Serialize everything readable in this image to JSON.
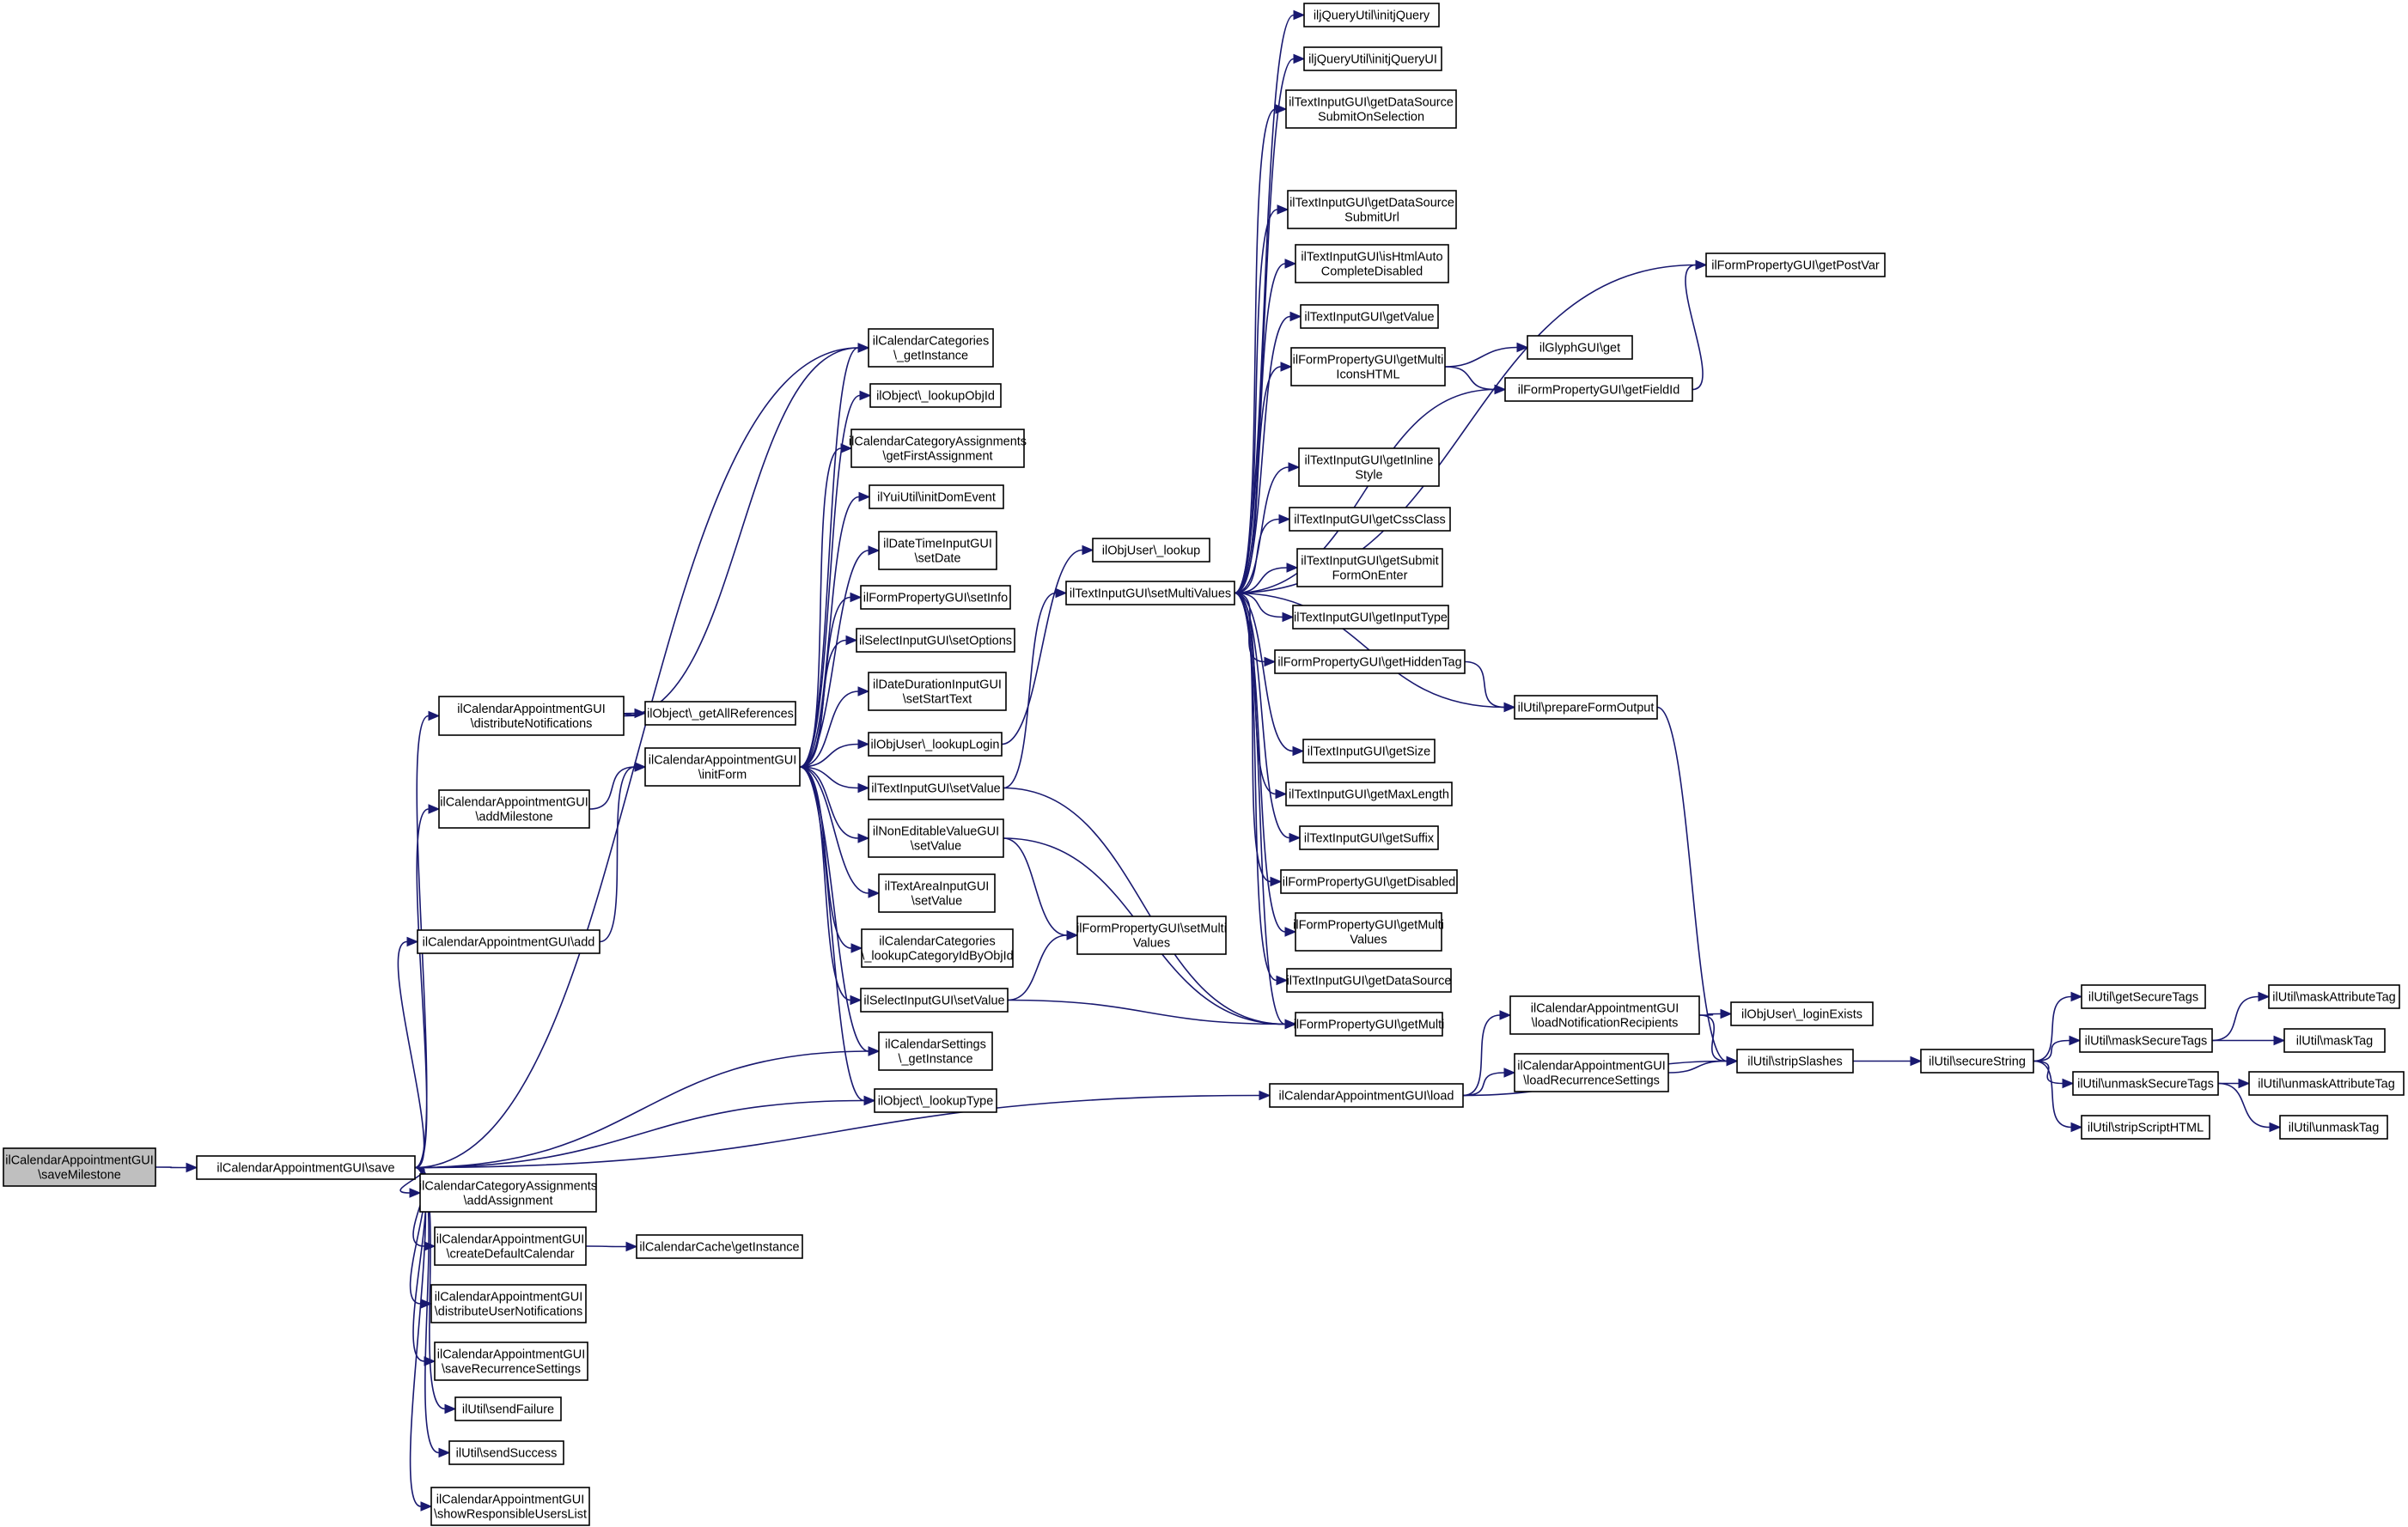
{
  "graph": {
    "root": "n0",
    "edge_color": "#191970",
    "root_fill": "#bfbfbf",
    "nodes": [
      {
        "id": "n0",
        "lines": [
          "ilCalendarAppointmentGUI",
          "\\saveMilestone"
        ]
      },
      {
        "id": "n1",
        "lines": [
          "ilCalendarAppointmentGUI\\save"
        ]
      },
      {
        "id": "n2",
        "lines": [
          "ilCalendarAppointmentGUI",
          "\\distributeNotifications"
        ]
      },
      {
        "id": "n3",
        "lines": [
          "ilCalendarAppointmentGUI",
          "\\addMilestone"
        ]
      },
      {
        "id": "n4",
        "lines": [
          "ilCalendarAppointmentGUI\\add"
        ]
      },
      {
        "id": "n5",
        "lines": [
          "ilCalendarCategoryAssignments",
          "\\addAssignment"
        ]
      },
      {
        "id": "n6",
        "lines": [
          "ilCalendarAppointmentGUI",
          "\\createDefaultCalendar"
        ]
      },
      {
        "id": "n7",
        "lines": [
          "ilCalendarAppointmentGUI",
          "\\distributeUserNotifications"
        ]
      },
      {
        "id": "n8",
        "lines": [
          "ilCalendarAppointmentGUI",
          "\\saveRecurrenceSettings"
        ]
      },
      {
        "id": "n9",
        "lines": [
          "ilUtil\\sendFailure"
        ]
      },
      {
        "id": "n10",
        "lines": [
          "ilUtil\\sendSuccess"
        ]
      },
      {
        "id": "n11",
        "lines": [
          "ilCalendarAppointmentGUI",
          "\\showResponsibleUsersList"
        ]
      },
      {
        "id": "n12",
        "lines": [
          "ilObject\\_getAllReferences"
        ]
      },
      {
        "id": "n13",
        "lines": [
          "ilCalendarAppointmentGUI",
          "\\initForm"
        ]
      },
      {
        "id": "n14",
        "lines": [
          "ilCalendarCache\\getInstance"
        ]
      },
      {
        "id": "n15",
        "lines": [
          "ilCalendarCategories",
          "\\_getInstance"
        ]
      },
      {
        "id": "n16",
        "lines": [
          "ilObject\\_lookupObjId"
        ]
      },
      {
        "id": "n17",
        "lines": [
          "ilCalendarCategoryAssignments",
          "\\getFirstAssignment"
        ]
      },
      {
        "id": "n18",
        "lines": [
          "ilYuiUtil\\initDomEvent"
        ]
      },
      {
        "id": "n19",
        "lines": [
          "ilDateTimeInputGUI",
          "\\setDate"
        ]
      },
      {
        "id": "n20",
        "lines": [
          "ilFormPropertyGUI\\setInfo"
        ]
      },
      {
        "id": "n21",
        "lines": [
          "ilSelectInputGUI\\setOptions"
        ]
      },
      {
        "id": "n22",
        "lines": [
          "ilDateDurationInputGUI",
          "\\setStartText"
        ]
      },
      {
        "id": "n23",
        "lines": [
          "ilObjUser\\_lookupLogin"
        ]
      },
      {
        "id": "n24",
        "lines": [
          "ilTextInputGUI\\setValue"
        ]
      },
      {
        "id": "n25",
        "lines": [
          "ilNonEditableValueGUI",
          "\\setValue"
        ]
      },
      {
        "id": "n26",
        "lines": [
          "ilTextAreaInputGUI",
          "\\setValue"
        ]
      },
      {
        "id": "n27",
        "lines": [
          "ilCalendarCategories",
          "\\_lookupCategoryIdByObjId"
        ]
      },
      {
        "id": "n28",
        "lines": [
          "ilSelectInputGUI\\setValue"
        ]
      },
      {
        "id": "n29",
        "lines": [
          "ilCalendarSettings",
          "\\_getInstance"
        ]
      },
      {
        "id": "n30",
        "lines": [
          "ilObject\\_lookupType"
        ]
      },
      {
        "id": "n31",
        "lines": [
          "ilObjUser\\_lookup"
        ]
      },
      {
        "id": "n32",
        "lines": [
          "ilTextInputGUI\\setMultiValues"
        ]
      },
      {
        "id": "n33",
        "lines": [
          "ilFormPropertyGUI\\setMulti",
          "Values"
        ]
      },
      {
        "id": "n34",
        "lines": [
          "iljQueryUtil\\initjQuery"
        ]
      },
      {
        "id": "n35",
        "lines": [
          "iljQueryUtil\\initjQueryUI"
        ]
      },
      {
        "id": "n36",
        "lines": [
          "ilTextInputGUI\\getDataSource",
          "SubmitOnSelection"
        ]
      },
      {
        "id": "n37",
        "lines": [
          "ilTextInputGUI\\getDataSource",
          "SubmitUrl"
        ]
      },
      {
        "id": "n38",
        "lines": [
          "ilTextInputGUI\\isHtmlAuto",
          "CompleteDisabled"
        ]
      },
      {
        "id": "n39",
        "lines": [
          "ilTextInputGUI\\getValue"
        ]
      },
      {
        "id": "n40",
        "lines": [
          "ilFormPropertyGUI\\getMulti",
          "IconsHTML"
        ]
      },
      {
        "id": "n41",
        "lines": [
          "ilTextInputGUI\\getInline",
          "Style"
        ]
      },
      {
        "id": "n42",
        "lines": [
          "ilTextInputGUI\\getCssClass"
        ]
      },
      {
        "id": "n43",
        "lines": [
          "ilTextInputGUI\\getSubmit",
          "FormOnEnter"
        ]
      },
      {
        "id": "n44",
        "lines": [
          "ilTextInputGUI\\getInputType"
        ]
      },
      {
        "id": "n45",
        "lines": [
          "ilFormPropertyGUI\\getHiddenTag"
        ]
      },
      {
        "id": "n46",
        "lines": [
          "ilTextInputGUI\\getSize"
        ]
      },
      {
        "id": "n47",
        "lines": [
          "ilTextInputGUI\\getMaxLength"
        ]
      },
      {
        "id": "n48",
        "lines": [
          "ilTextInputGUI\\getSuffix"
        ]
      },
      {
        "id": "n49",
        "lines": [
          "ilFormPropertyGUI\\getDisabled"
        ]
      },
      {
        "id": "n50",
        "lines": [
          "ilFormPropertyGUI\\getMulti",
          "Values"
        ]
      },
      {
        "id": "n51",
        "lines": [
          "ilTextInputGUI\\getDataSource"
        ]
      },
      {
        "id": "n52",
        "lines": [
          "ilFormPropertyGUI\\getMulti"
        ]
      },
      {
        "id": "n53",
        "lines": [
          "ilCalendarAppointmentGUI\\load"
        ]
      },
      {
        "id": "n54",
        "lines": [
          "ilGlyphGUI\\get"
        ]
      },
      {
        "id": "n55",
        "lines": [
          "ilFormPropertyGUI\\getFieldId"
        ]
      },
      {
        "id": "n56",
        "lines": [
          "ilFormPropertyGUI\\getPostVar"
        ]
      },
      {
        "id": "n57",
        "lines": [
          "ilUtil\\prepareFormOutput"
        ]
      },
      {
        "id": "n58",
        "lines": [
          "ilCalendarAppointmentGUI",
          "\\loadNotificationRecipients"
        ]
      },
      {
        "id": "n59",
        "lines": [
          "ilCalendarAppointmentGUI",
          "\\loadRecurrenceSettings"
        ]
      },
      {
        "id": "n60",
        "lines": [
          "ilObjUser\\_loginExists"
        ]
      },
      {
        "id": "n61",
        "lines": [
          "ilUtil\\stripSlashes"
        ]
      },
      {
        "id": "n62",
        "lines": [
          "ilUtil\\secureString"
        ]
      },
      {
        "id": "n63",
        "lines": [
          "ilUtil\\getSecureTags"
        ]
      },
      {
        "id": "n64",
        "lines": [
          "ilUtil\\maskSecureTags"
        ]
      },
      {
        "id": "n65",
        "lines": [
          "ilUtil\\unmaskSecureTags"
        ]
      },
      {
        "id": "n66",
        "lines": [
          "ilUtil\\stripScriptHTML"
        ]
      },
      {
        "id": "n67",
        "lines": [
          "ilUtil\\maskAttributeTag"
        ]
      },
      {
        "id": "n68",
        "lines": [
          "ilUtil\\maskTag"
        ]
      },
      {
        "id": "n69",
        "lines": [
          "ilUtil\\unmaskAttributeTag"
        ]
      },
      {
        "id": "n70",
        "lines": [
          "ilUtil\\unmaskTag"
        ]
      }
    ],
    "edges": [
      [
        "n0",
        "n1"
      ],
      [
        "n1",
        "n2"
      ],
      [
        "n1",
        "n3"
      ],
      [
        "n1",
        "n4"
      ],
      [
        "n1",
        "n5"
      ],
      [
        "n1",
        "n6"
      ],
      [
        "n1",
        "n7"
      ],
      [
        "n1",
        "n8"
      ],
      [
        "n1",
        "n9"
      ],
      [
        "n1",
        "n10"
      ],
      [
        "n1",
        "n11"
      ],
      [
        "n1",
        "n15"
      ],
      [
        "n1",
        "n29"
      ],
      [
        "n1",
        "n30"
      ],
      [
        "n1",
        "n53"
      ],
      [
        "n2",
        "n12"
      ],
      [
        "n2",
        "n15"
      ],
      [
        "n3",
        "n13"
      ],
      [
        "n4",
        "n13"
      ],
      [
        "n6",
        "n14"
      ],
      [
        "n13",
        "n15"
      ],
      [
        "n13",
        "n16"
      ],
      [
        "n13",
        "n17"
      ],
      [
        "n13",
        "n18"
      ],
      [
        "n13",
        "n19"
      ],
      [
        "n13",
        "n20"
      ],
      [
        "n13",
        "n21"
      ],
      [
        "n13",
        "n22"
      ],
      [
        "n13",
        "n23"
      ],
      [
        "n13",
        "n24"
      ],
      [
        "n13",
        "n25"
      ],
      [
        "n13",
        "n26"
      ],
      [
        "n13",
        "n27"
      ],
      [
        "n13",
        "n28"
      ],
      [
        "n13",
        "n29"
      ],
      [
        "n13",
        "n30"
      ],
      [
        "n23",
        "n31"
      ],
      [
        "n24",
        "n32"
      ],
      [
        "n24",
        "n52"
      ],
      [
        "n25",
        "n33"
      ],
      [
        "n25",
        "n52"
      ],
      [
        "n28",
        "n33"
      ],
      [
        "n28",
        "n52"
      ],
      [
        "n32",
        "n34"
      ],
      [
        "n32",
        "n35"
      ],
      [
        "n32",
        "n36"
      ],
      [
        "n32",
        "n37"
      ],
      [
        "n32",
        "n38"
      ],
      [
        "n32",
        "n39"
      ],
      [
        "n32",
        "n40"
      ],
      [
        "n32",
        "n41"
      ],
      [
        "n32",
        "n42"
      ],
      [
        "n32",
        "n43"
      ],
      [
        "n32",
        "n44"
      ],
      [
        "n32",
        "n45"
      ],
      [
        "n32",
        "n46"
      ],
      [
        "n32",
        "n47"
      ],
      [
        "n32",
        "n48"
      ],
      [
        "n32",
        "n49"
      ],
      [
        "n32",
        "n50"
      ],
      [
        "n32",
        "n51"
      ],
      [
        "n32",
        "n52"
      ],
      [
        "n32",
        "n55"
      ],
      [
        "n32",
        "n56"
      ],
      [
        "n32",
        "n57"
      ],
      [
        "n40",
        "n54"
      ],
      [
        "n40",
        "n55"
      ],
      [
        "n45",
        "n57"
      ],
      [
        "n55",
        "n56"
      ],
      [
        "n57",
        "n61"
      ],
      [
        "n53",
        "n58"
      ],
      [
        "n53",
        "n59"
      ],
      [
        "n53",
        "n61"
      ],
      [
        "n58",
        "n60"
      ],
      [
        "n58",
        "n61"
      ],
      [
        "n59",
        "n61"
      ],
      [
        "n61",
        "n62"
      ],
      [
        "n62",
        "n63"
      ],
      [
        "n62",
        "n64"
      ],
      [
        "n62",
        "n65"
      ],
      [
        "n62",
        "n66"
      ],
      [
        "n64",
        "n67"
      ],
      [
        "n64",
        "n68"
      ],
      [
        "n65",
        "n69"
      ],
      [
        "n65",
        "n70"
      ]
    ]
  }
}
